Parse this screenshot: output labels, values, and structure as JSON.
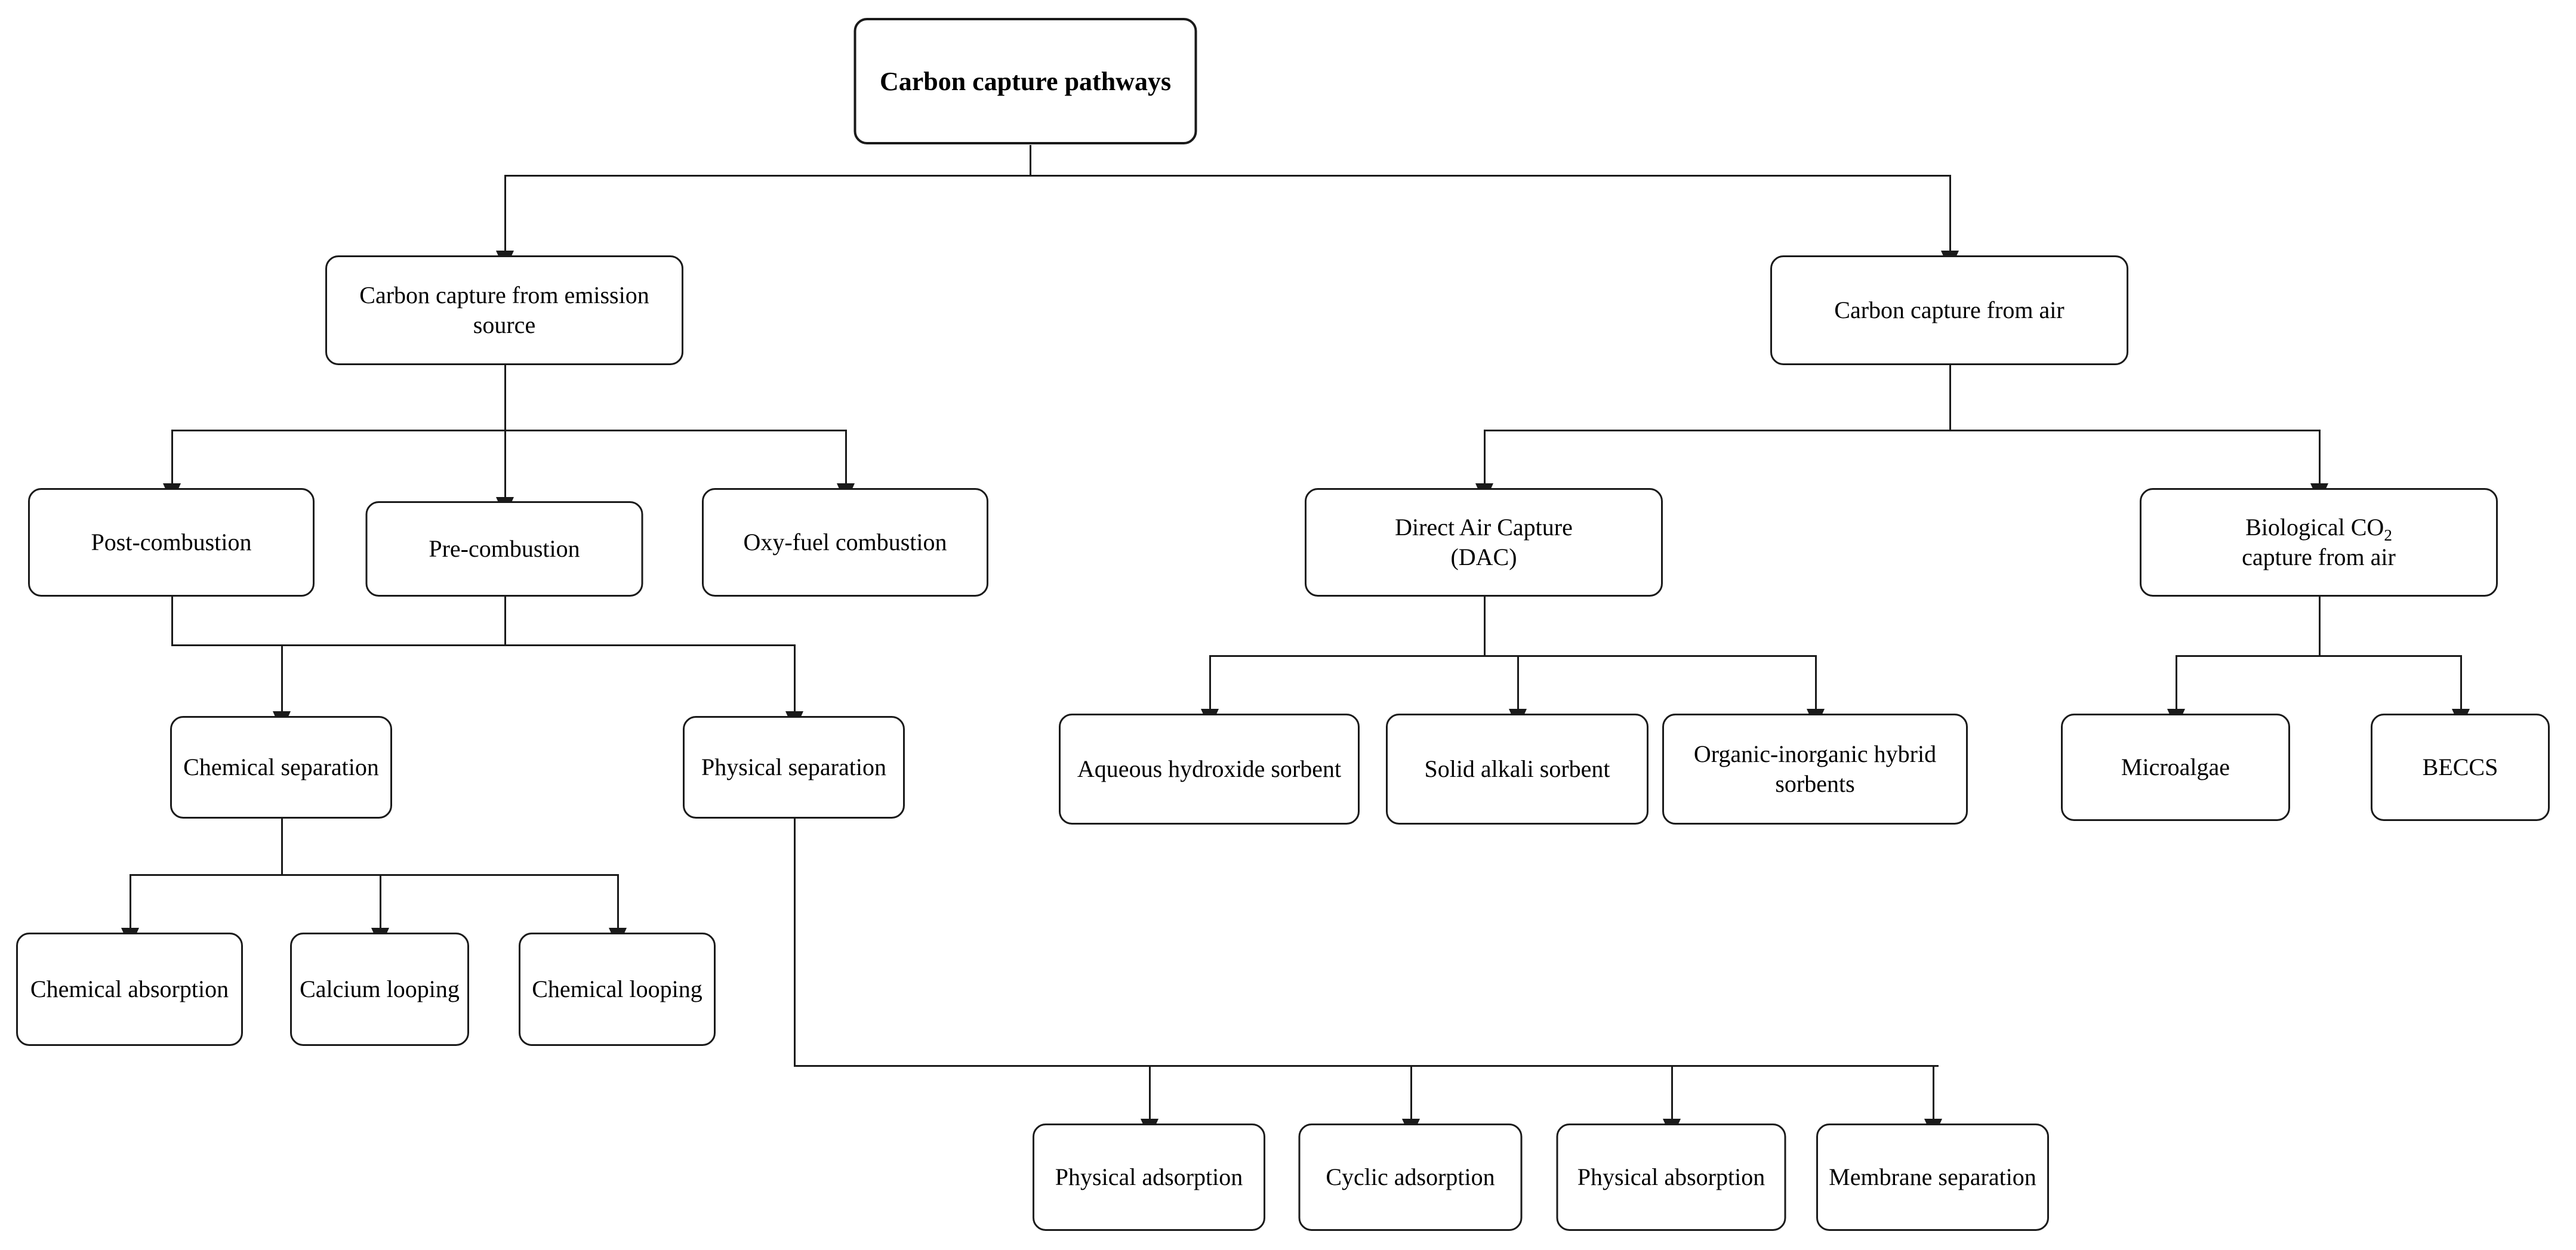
{
  "diagram": {
    "title": "Carbon capture pathways",
    "type": "hierarchical-flowchart",
    "orientation": "top-down",
    "background_color": "#ffffff",
    "line_color": "#1a1a1a",
    "node_fill": "#ffffff",
    "nodes": {
      "root": "Carbon capture pathways",
      "l2_left": "Carbon capture from emission source",
      "l2_right": "Carbon capture from air",
      "l3_post": "Post-combustion",
      "l3_pre": "Pre-combustion",
      "l3_oxy": "Oxy-fuel combustion",
      "l3_dac_line1": "Direct Air Capture",
      "l3_dac_line2": "(DAC)",
      "l3_bio_line1_prefix": "Biological CO",
      "l3_bio_line1_sub": "2",
      "l3_bio_line2": "capture from air",
      "l4_chem_sep": "Chemical separation",
      "l4_phys_sep": "Physical separation",
      "l4_aqueous": "Aqueous hydroxide sorbent",
      "l4_solid_alkali": "Solid alkali sorbent",
      "l4_hybrid": "Organic-inorganic hybrid sorbents",
      "l4_microalgae": "Microalgae",
      "l4_beccs": "BECCS",
      "l5_chem_abs": "Chemical absorption",
      "l5_calcium_loop": "Calcium looping",
      "l5_chem_loop": "Chemical looping",
      "l5_phys_ads": "Physical adsorption",
      "l5_cyclic_ads": "Cyclic adsorption",
      "l5_phys_abs": "Physical absorption",
      "l5_membrane": "Membrane separation"
    },
    "edges": [
      {
        "from": "root",
        "to": "l2_left"
      },
      {
        "from": "root",
        "to": "l2_right"
      },
      {
        "from": "l2_left",
        "to": "l3_post"
      },
      {
        "from": "l2_left",
        "to": "l3_pre"
      },
      {
        "from": "l2_left",
        "to": "l3_oxy"
      },
      {
        "from": "l2_right",
        "to": "l3_dac"
      },
      {
        "from": "l2_right",
        "to": "l3_bio"
      },
      {
        "from": "l3_post",
        "to": "l4_chem_sep"
      },
      {
        "from": "l3_pre",
        "to": "l4_chem_sep"
      },
      {
        "from": "l3_post",
        "to": "l4_phys_sep"
      },
      {
        "from": "l3_pre",
        "to": "l4_phys_sep"
      },
      {
        "from": "l3_dac",
        "to": "l4_aqueous"
      },
      {
        "from": "l3_dac",
        "to": "l4_solid_alkali"
      },
      {
        "from": "l3_dac",
        "to": "l4_hybrid"
      },
      {
        "from": "l3_bio",
        "to": "l4_microalgae"
      },
      {
        "from": "l3_bio",
        "to": "l4_beccs"
      },
      {
        "from": "l4_chem_sep",
        "to": "l5_chem_abs"
      },
      {
        "from": "l4_chem_sep",
        "to": "l5_calcium_loop"
      },
      {
        "from": "l4_chem_sep",
        "to": "l5_chem_loop"
      },
      {
        "from": "l4_phys_sep",
        "to": "l5_phys_ads"
      },
      {
        "from": "l4_phys_sep",
        "to": "l5_cyclic_ads"
      },
      {
        "from": "l4_phys_sep",
        "to": "l5_phys_abs"
      },
      {
        "from": "l4_phys_sep",
        "to": "l5_membrane"
      }
    ]
  }
}
